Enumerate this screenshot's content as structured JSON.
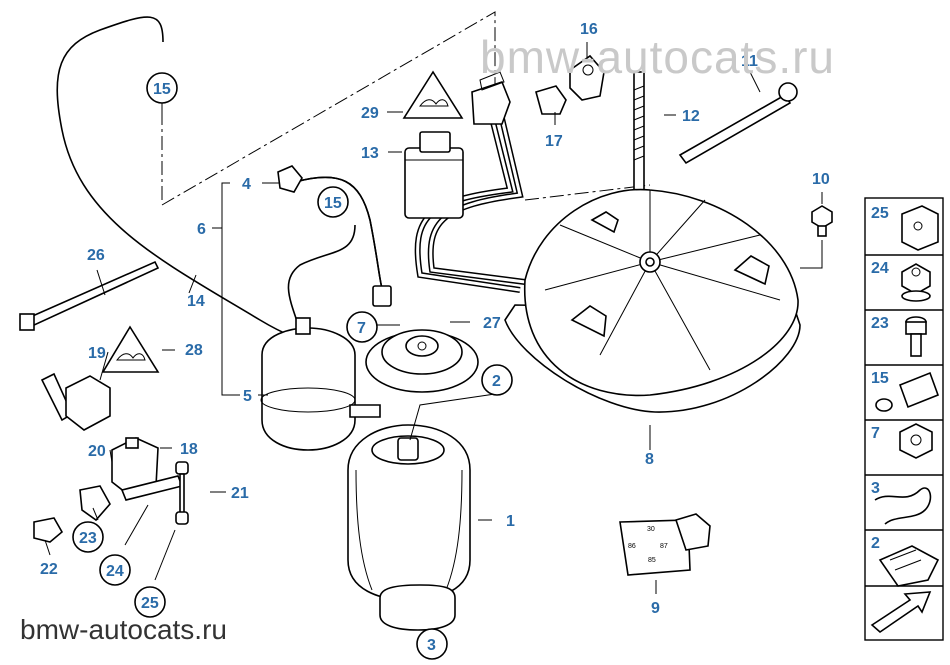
{
  "watermark": {
    "top": "bmw-autocats.ru",
    "bottom": "bmw-autocats.ru"
  },
  "labels": {
    "l1": "1",
    "l2": "2",
    "l3": "3",
    "l4": "4",
    "l5": "5",
    "l6": "6",
    "l7": "7",
    "l8": "8",
    "l9": "9",
    "l10": "10",
    "l11": "11",
    "l12": "12",
    "l13": "13",
    "l14": "14",
    "l15a": "15",
    "l15b": "15",
    "l16": "16",
    "l17": "17",
    "l18": "18",
    "l19": "19",
    "l20": "20",
    "l21": "21",
    "l22": "22",
    "l23": "23",
    "l24": "24",
    "l25": "25",
    "l26": "26",
    "l27": "27",
    "l28": "28",
    "l29": "29"
  },
  "legend": {
    "items": [
      "25",
      "24",
      "23",
      "15",
      "7",
      "3",
      "2"
    ]
  },
  "relay_text": {
    "t30": "30",
    "t86": "86",
    "t87": "87",
    "t85": "85"
  }
}
